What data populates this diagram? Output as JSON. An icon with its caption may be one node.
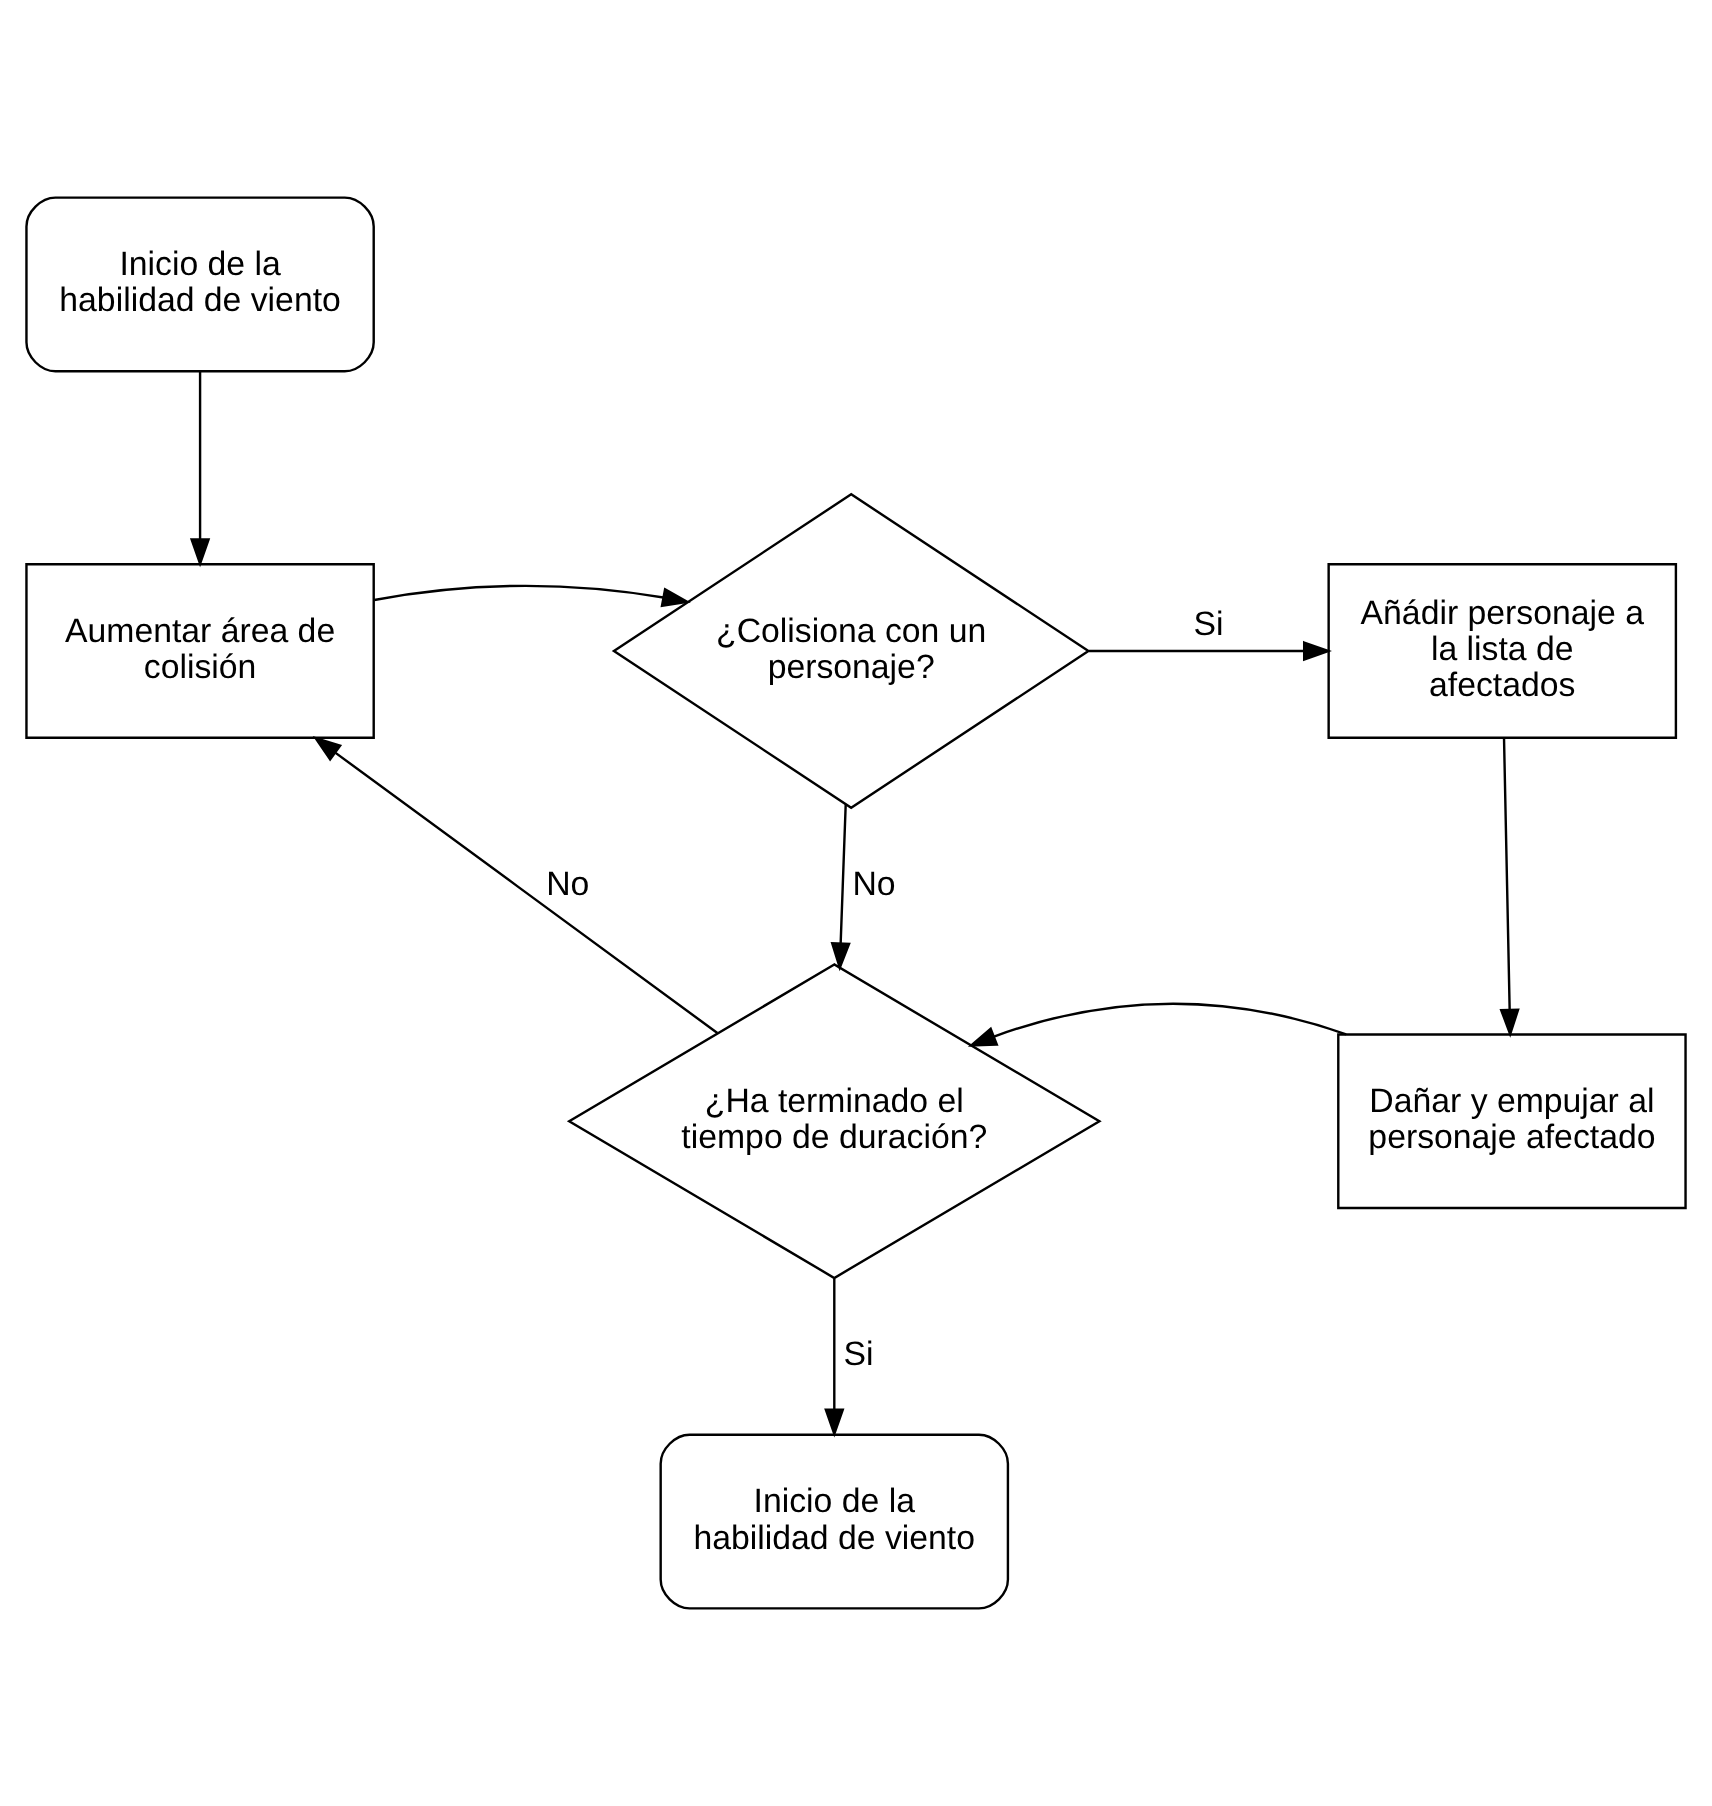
{
  "diagram": {
    "nodes": [
      {
        "text": [
          "Inicio de la habilidad de viento"
        ]
      },
      {
        "text": [
          "Aumentar área de colisión"
        ]
      },
      {
        "text": [
          "¿Colisiona con un personaje?"
        ]
      },
      {
        "text": [
          "Añádir personaje a la lista de afectados"
        ]
      },
      {
        "text": [
          "¿Ha terminado el tiempo de duración?"
        ]
      },
      {
        "text": [
          "Dañar y empujar al personaje afectado"
        ]
      },
      {
        "text": [
          "Inicio de la habilidad de viento"
        ]
      }
    ],
    "edges": [
      {
        "from": 0,
        "to": 1,
        "arrow": "to"
      },
      {
        "from": 1,
        "to": 2,
        "arrow": "to"
      },
      {
        "from": 2,
        "to": 3,
        "arrow": "to",
        "label": "Si"
      },
      {
        "from": 2,
        "to": 4,
        "arrow": "to",
        "label": "No"
      },
      {
        "from": 3,
        "to": 5,
        "arrow": "to"
      },
      {
        "from": 5,
        "to": 4,
        "arrow": "to"
      },
      {
        "from": 4,
        "to": 1,
        "arrow": "to",
        "label": "No"
      },
      {
        "from": 4,
        "to": 6,
        "arrow": "to",
        "label": "Si"
      }
    ]
  }
}
